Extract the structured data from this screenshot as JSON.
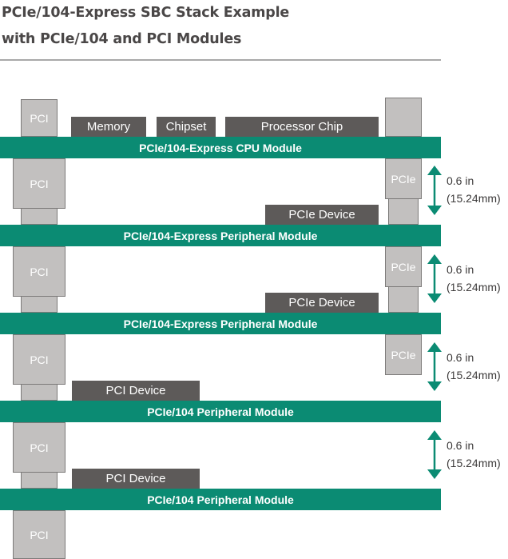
{
  "title": {
    "line1": "PCIe/104-Express SBC Stack Example",
    "line2": "with PCIe/104 and PCI Modules"
  },
  "colors": {
    "board": "#0b8b73",
    "chip": "#5d5a59",
    "connector": "#c2c0bf",
    "arrow": "#0b8b73"
  },
  "top_chips": {
    "memory": "Memory",
    "chipset": "Chipset",
    "processor": "Processor Chip"
  },
  "boards": [
    "PCIe/104-Express CPU Module",
    "PCIe/104-Express Peripheral Module",
    "PCIe/104-Express Peripheral Module",
    "PCIe/104 Peripheral Module",
    "PCIe/104 Peripheral Module"
  ],
  "pci_label": "PCI",
  "pcie_label": "PCIe",
  "devices": [
    "PCIe Device",
    "PCIe Device",
    "PCI Device",
    "PCI Device"
  ],
  "spacing": {
    "value": "0.6 in",
    "metric": "(15.24mm)"
  }
}
